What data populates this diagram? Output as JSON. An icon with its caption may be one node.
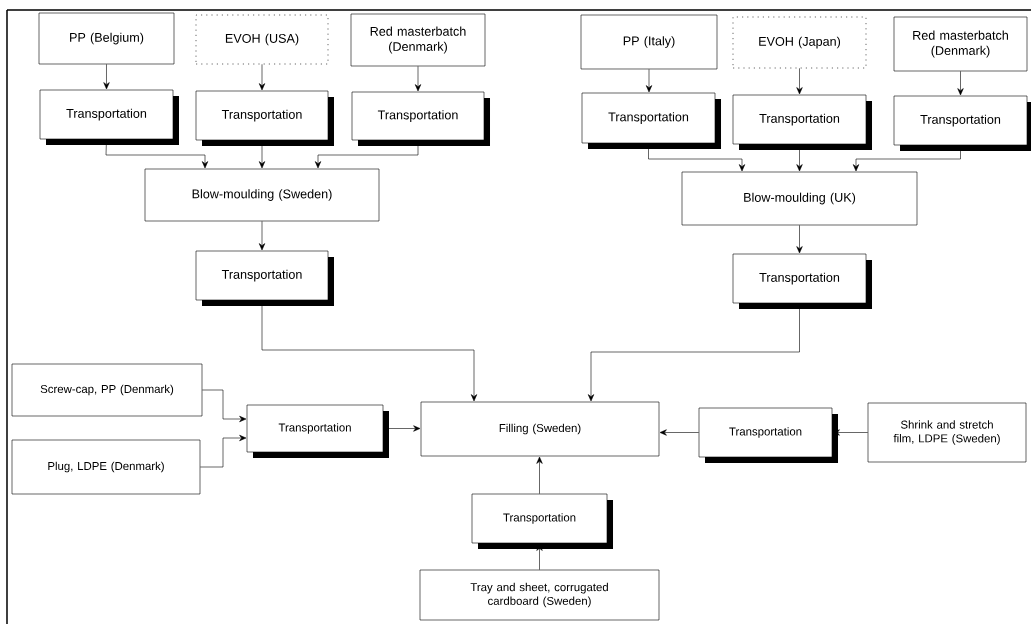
{
  "diagram": {
    "nodes": [
      {
        "text": [
          "PP (Belgium)"
        ]
      },
      {
        "text": [
          "EVOH (USA)"
        ]
      },
      {
        "text": [
          "Red masterbatch (Denmark)"
        ]
      },
      {
        "text": [
          "Transportation"
        ]
      },
      {
        "text": [
          "Transportation"
        ]
      },
      {
        "text": [
          "Transportation"
        ]
      },
      {
        "text": [
          "Blow-moulding (Sweden)"
        ]
      },
      {
        "text": [
          "Transportation"
        ]
      },
      {
        "text": [
          "PP (Italy)"
        ]
      },
      {
        "text": [
          "EVOH (Japan)"
        ]
      },
      {
        "text": [
          "Red masterbatch (Denmark)"
        ]
      },
      {
        "text": [
          "Transportation"
        ]
      },
      {
        "text": [
          "Transportation"
        ]
      },
      {
        "text": [
          "Transportation"
        ]
      },
      {
        "text": [
          "Blow-moulding (UK)"
        ]
      },
      {
        "text": [
          "Transportation"
        ]
      },
      {
        "text": [
          "Screw-cap, PP (Denmark)"
        ]
      },
      {
        "text": [
          "Plug, LDPE (Denmark)"
        ]
      },
      {
        "text": [
          "Transportation"
        ]
      },
      {
        "text": [
          "Filling (Sweden)"
        ]
      },
      {
        "text": [
          "Transportation"
        ]
      },
      {
        "text": [
          "Shrink and stretch film, LDPE (Sweden)"
        ]
      },
      {
        "text": [
          "Transportation"
        ]
      },
      {
        "text": [
          "Tray and sheet, corrugated cardboard (Sweden)"
        ]
      }
    ],
    "edges": [
      {
        "from": 0,
        "to": 3,
        "arrow": "to"
      },
      {
        "from": 1,
        "to": 4,
        "arrow": "to"
      },
      {
        "from": 2,
        "to": 5,
        "arrow": "to"
      },
      {
        "from": 3,
        "to": 6,
        "arrow": "to"
      },
      {
        "from": 4,
        "to": 6,
        "arrow": "to"
      },
      {
        "from": 5,
        "to": 6,
        "arrow": "to"
      },
      {
        "from": 6,
        "to": 7,
        "arrow": "to"
      },
      {
        "from": 8,
        "to": 11,
        "arrow": "to"
      },
      {
        "from": 9,
        "to": 12,
        "arrow": "to"
      },
      {
        "from": 10,
        "to": 13,
        "arrow": "to"
      },
      {
        "from": 11,
        "to": 14,
        "arrow": "to"
      },
      {
        "from": 12,
        "to": 14,
        "arrow": "to"
      },
      {
        "from": 13,
        "to": 14,
        "arrow": "to"
      },
      {
        "from": 14,
        "to": 15,
        "arrow": "to"
      },
      {
        "from": 7,
        "to": 19,
        "arrow": "to"
      },
      {
        "from": 15,
        "to": 19,
        "arrow": "to"
      },
      {
        "from": 16,
        "to": 18,
        "arrow": "to"
      },
      {
        "from": 17,
        "to": 18,
        "arrow": "to"
      },
      {
        "from": 18,
        "to": 19,
        "arrow": "to"
      },
      {
        "from": 21,
        "to": 20,
        "arrow": "to"
      },
      {
        "from": 20,
        "to": 19,
        "arrow": "to"
      },
      {
        "from": 23,
        "to": 22,
        "arrow": "to"
      },
      {
        "from": 22,
        "to": 19,
        "arrow": "to"
      }
    ]
  }
}
